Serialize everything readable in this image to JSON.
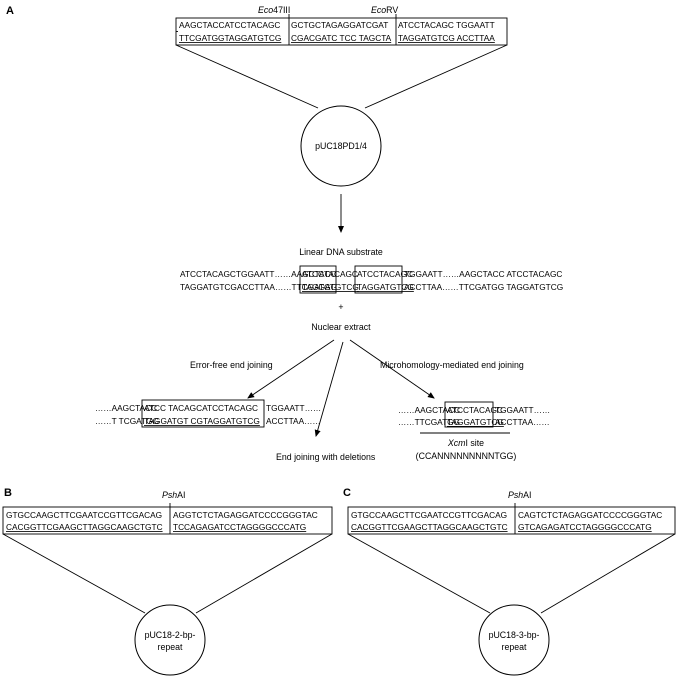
{
  "panels": {
    "a": "A",
    "b": "B",
    "c": "C"
  },
  "panel_a": {
    "enzyme1_italic": "Eco",
    "enzyme1_rest": "47III",
    "enzyme2_italic": "Eco",
    "enzyme2_rest": "RV",
    "top_seq": [
      "AAGCTACCATCCTACAGC",
      "GCTGCTAGAGGATCGAT",
      "ATCCTACAGC TGGAATT"
    ],
    "bottom_seq": [
      "TTCGATGGTAGGATGTCG",
      "CGACGATC TCC TAGCTA",
      "TAGGATGTCG ACCTTAA"
    ],
    "plasmid": "pUC18PD1/4",
    "linear_label": "Linear DNA substrate",
    "lin_left_top_a": "ATCCTACAGCTGGAATT……AAGCTACC",
    "lin_left_top_box": "ATCCTACAGC",
    "lin_left_bot_a": "TAGGATGTCGACCTTAA……TTCGATGG",
    "lin_left_bot_box": "TAGGATGTCG",
    "lin_right_top_box": "ATCCTACAGC",
    "lin_right_top_b": "TGGAATT……AAGCTACC ATCCTACAGC",
    "lin_right_bot_box": "TAGGATGTCG",
    "lin_right_bot_b": "ACCTTAA……TTCGATGG TAGGATGTCG",
    "plus": "+",
    "nuclear_extract": "Nuclear extract",
    "error_free": "Error-free end joining",
    "mmej": "Microhomology-mediated end joining",
    "deletions": "End joining with deletions",
    "ef_top_a": "……AAGCTACC",
    "ef_top_box": "ATCC TACAGCATCCTACAGC",
    "ef_top_b": "TGGAATT……",
    "ef_bot_a": "……T TCGATGG",
    "ef_bot_box": "TAGGATGT CGTAGGATGTCG",
    "ef_bot_b": "ACCTTAA……",
    "mm_top_a": "……AAGCTACC",
    "mm_top_box": "ATCCTACAGC",
    "mm_top_b": "TGGAATT……",
    "mm_bot_a": "……TTCGATGG",
    "mm_bot_box": "TAGGATGTCG",
    "mm_bot_b": "ACCTTAA……",
    "xcm_italic": "Xcm",
    "xcm_rest": "I site",
    "xcm_seq": "(CCANNNNNNNNNTGG)"
  },
  "panel_b": {
    "enzyme_italic": "Psh",
    "enzyme_rest": "AI",
    "top_seq": [
      "GTGCCAAGCTTCGAATCCGTTCGACAG",
      "AGGTCTCTAGAGGATCCCCGGGTAC"
    ],
    "bottom_seq": [
      "CACGGTTCGAAGCTTAGGCAAGCTGTC",
      "TCCAGAGATCCTAGGGGCCCATG"
    ],
    "plasmid_line1": "pUC18-2-bp-",
    "plasmid_line2": "repeat"
  },
  "panel_c": {
    "enzyme_italic": "Psh",
    "enzyme_rest": "AI",
    "top_seq": [
      "GTGCCAAGCTTCGAATCCGTTCGACAG",
      "CAGTCTCTAGAGGATCCCCGGGTAC"
    ],
    "bottom_seq": [
      "CACGGTTCGAAGCTTAGGCAAGCTGTC",
      "GTCAGAGATCCTAGGGGCCCATG"
    ],
    "plasmid_line1": "pUC18-3-bp-",
    "plasmid_line2": "repeat"
  }
}
